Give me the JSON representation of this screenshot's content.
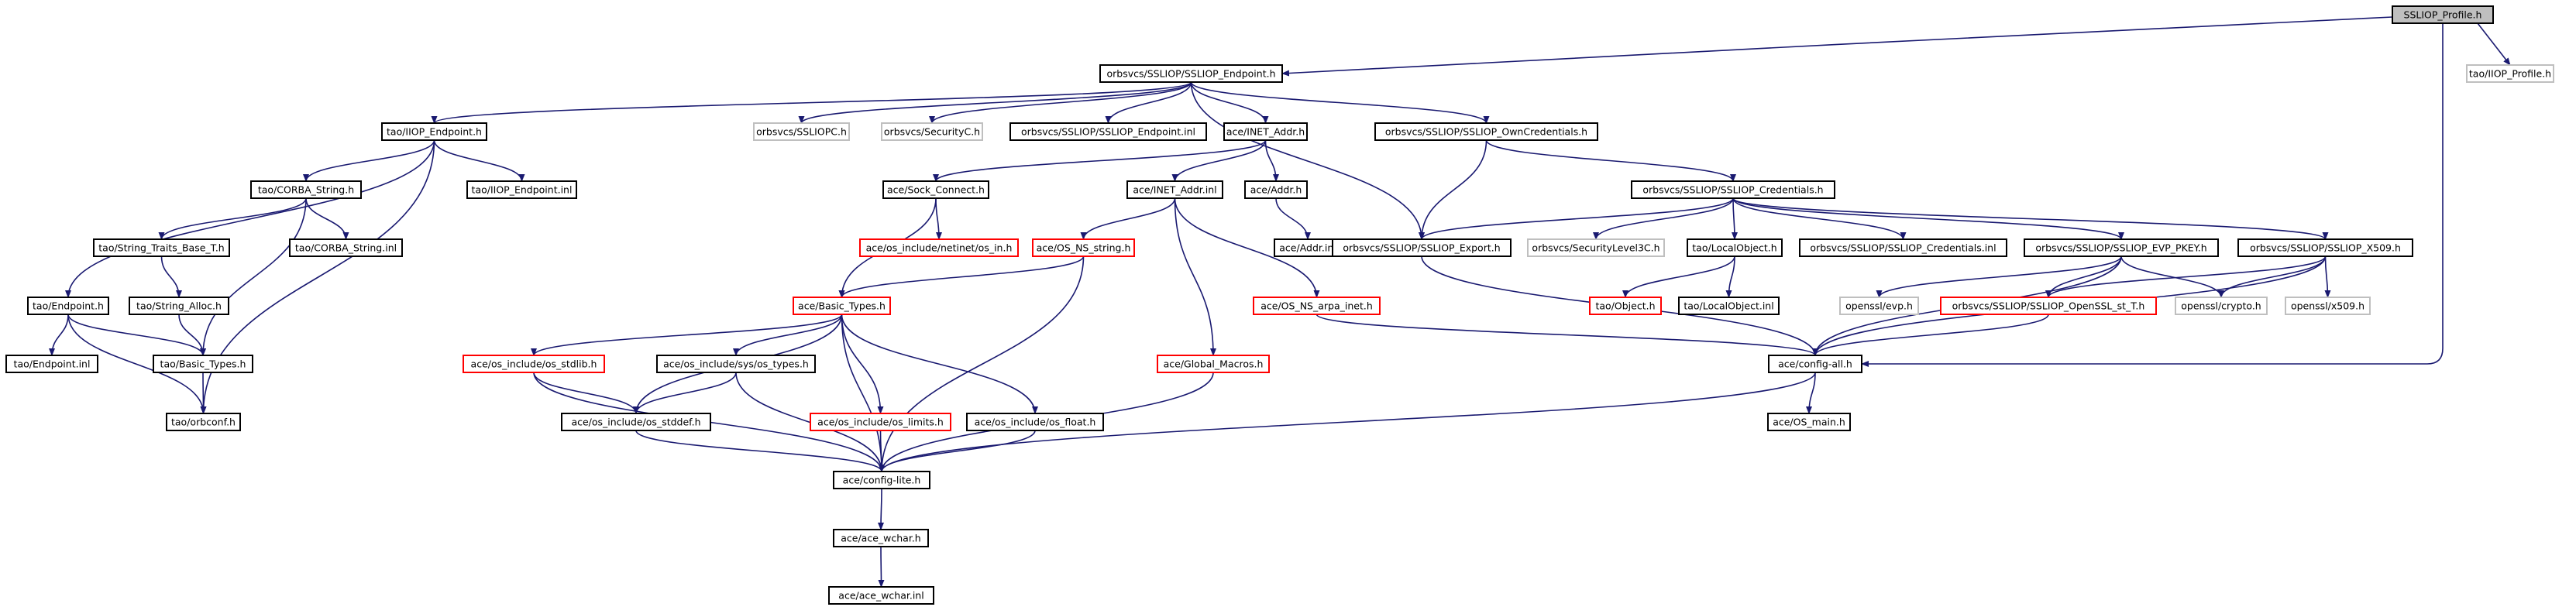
{
  "colors": {
    "edge": "#191970",
    "normal_border": "#000000",
    "missing_border": "#bfbfbf",
    "truncated_border": "#ff0000",
    "root_fill": "#bfbfbf",
    "text": "#000000"
  },
  "nodes": [
    {
      "id": "ssliop_profile_h",
      "label": "SSLIOP_Profile.h",
      "kind": "root"
    },
    {
      "id": "ssliop_endpoint_h",
      "label": "orbsvcs/SSLIOP/SSLIOP_Endpoint.h",
      "kind": "normal"
    },
    {
      "id": "tao_iiop_profile_h",
      "label": "tao/IIOP_Profile.h",
      "kind": "missing"
    },
    {
      "id": "tao_iiop_endpoint_h",
      "label": "tao/IIOP_Endpoint.h",
      "kind": "normal"
    },
    {
      "id": "orbsvcs_ssliopc_h",
      "label": "orbsvcs/SSLIOPC.h",
      "kind": "missing"
    },
    {
      "id": "orbsvcs_securityc_h",
      "label": "orbsvcs/SecurityC.h",
      "kind": "missing"
    },
    {
      "id": "ssliop_endpoint_inl",
      "label": "orbsvcs/SSLIOP/SSLIOP_Endpoint.inl",
      "kind": "normal"
    },
    {
      "id": "ace_inet_addr_h",
      "label": "ace/INET_Addr.h",
      "kind": "normal"
    },
    {
      "id": "ssliop_owncredentials_h",
      "label": "orbsvcs/SSLIOP/SSLIOP_OwnCredentials.h",
      "kind": "normal"
    },
    {
      "id": "tao_corba_string_h",
      "label": "tao/CORBA_String.h",
      "kind": "normal"
    },
    {
      "id": "tao_iiop_endpoint_inl",
      "label": "tao/IIOP_Endpoint.inl",
      "kind": "normal"
    },
    {
      "id": "ace_sock_connect_h",
      "label": "ace/Sock_Connect.h",
      "kind": "normal"
    },
    {
      "id": "ace_inet_addr_inl",
      "label": "ace/INET_Addr.inl",
      "kind": "normal"
    },
    {
      "id": "ace_addr_h",
      "label": "ace/Addr.h",
      "kind": "normal"
    },
    {
      "id": "ssliop_credentials_h",
      "label": "orbsvcs/SSLIOP/SSLIOP_Credentials.h",
      "kind": "normal"
    },
    {
      "id": "tao_string_traits_base_t_h",
      "label": "tao/String_Traits_Base_T.h",
      "kind": "normal"
    },
    {
      "id": "tao_corba_string_inl",
      "label": "tao/CORBA_String.inl",
      "kind": "normal"
    },
    {
      "id": "ace_os_include_netinet_os_in_h",
      "label": "ace/os_include/netinet/os_in.h",
      "kind": "truncated"
    },
    {
      "id": "ace_os_ns_string_h",
      "label": "ace/OS_NS_string.h",
      "kind": "truncated"
    },
    {
      "id": "ace_addr_inl",
      "label": "ace/Addr.inl",
      "kind": "normal"
    },
    {
      "id": "ssliop_export_h",
      "label": "orbsvcs/SSLIOP/SSLIOP_Export.h",
      "kind": "normal"
    },
    {
      "id": "orbsvcs_securitylevel3c_h",
      "label": "orbsvcs/SecurityLevel3C.h",
      "kind": "missing"
    },
    {
      "id": "tao_localobject_h",
      "label": "tao/LocalObject.h",
      "kind": "normal"
    },
    {
      "id": "ssliop_credentials_inl",
      "label": "orbsvcs/SSLIOP/SSLIOP_Credentials.inl",
      "kind": "normal"
    },
    {
      "id": "ssliop_evp_pkey_h",
      "label": "orbsvcs/SSLIOP/SSLIOP_EVP_PKEY.h",
      "kind": "normal"
    },
    {
      "id": "ssliop_x509_h",
      "label": "orbsvcs/SSLIOP/SSLIOP_X509.h",
      "kind": "normal"
    },
    {
      "id": "tao_endpoint_h",
      "label": "tao/Endpoint.h",
      "kind": "normal"
    },
    {
      "id": "tao_string_alloc_h",
      "label": "tao/String_Alloc.h",
      "kind": "normal"
    },
    {
      "id": "ace_basic_types_h",
      "label": "ace/Basic_Types.h",
      "kind": "truncated"
    },
    {
      "id": "ace_os_ns_arpa_inet_h",
      "label": "ace/OS_NS_arpa_inet.h",
      "kind": "truncated"
    },
    {
      "id": "tao_object_h",
      "label": "tao/Object.h",
      "kind": "truncated"
    },
    {
      "id": "tao_localobject_inl",
      "label": "tao/LocalObject.inl",
      "kind": "normal"
    },
    {
      "id": "openssl_evp_h",
      "label": "openssl/evp.h",
      "kind": "missing"
    },
    {
      "id": "ssliop_openssl_st_t_h",
      "label": "orbsvcs/SSLIOP/SSLIOP_OpenSSL_st_T.h",
      "kind": "truncated"
    },
    {
      "id": "openssl_crypto_h",
      "label": "openssl/crypto.h",
      "kind": "missing"
    },
    {
      "id": "openssl_x509_h",
      "label": "openssl/x509.h",
      "kind": "missing"
    },
    {
      "id": "tao_endpoint_inl",
      "label": "tao/Endpoint.inl",
      "kind": "normal"
    },
    {
      "id": "tao_basic_types_h",
      "label": "tao/Basic_Types.h",
      "kind": "normal"
    },
    {
      "id": "ace_os_include_os_stdlib_h",
      "label": "ace/os_include/os_stdlib.h",
      "kind": "truncated"
    },
    {
      "id": "ace_os_include_sys_os_types_h",
      "label": "ace/os_include/sys/os_types.h",
      "kind": "normal"
    },
    {
      "id": "ace_global_macros_h",
      "label": "ace/Global_Macros.h",
      "kind": "truncated"
    },
    {
      "id": "ace_config_all_h",
      "label": "ace/config-all.h",
      "kind": "normal"
    },
    {
      "id": "tao_orbconf_h",
      "label": "tao/orbconf.h",
      "kind": "normal"
    },
    {
      "id": "ace_os_include_os_stddef_h",
      "label": "ace/os_include/os_stddef.h",
      "kind": "normal"
    },
    {
      "id": "ace_os_include_os_limits_h",
      "label": "ace/os_include/os_limits.h",
      "kind": "truncated"
    },
    {
      "id": "ace_os_include_os_float_h",
      "label": "ace/os_include/os_float.h",
      "kind": "normal"
    },
    {
      "id": "ace_os_main_h",
      "label": "ace/OS_main.h",
      "kind": "normal"
    },
    {
      "id": "ace_config_lite_h",
      "label": "ace/config-lite.h",
      "kind": "normal"
    },
    {
      "id": "ace_ace_wchar_h",
      "label": "ace/ace_wchar.h",
      "kind": "normal"
    },
    {
      "id": "ace_ace_wchar_inl",
      "label": "ace/ace_wchar.inl",
      "kind": "normal"
    }
  ],
  "edges": [
    [
      "ssliop_profile_h",
      "ssliop_endpoint_h"
    ],
    [
      "ssliop_profile_h",
      "tao_iiop_profile_h"
    ],
    [
      "ssliop_profile_h",
      "ace_config_all_h"
    ],
    [
      "ssliop_endpoint_h",
      "tao_iiop_endpoint_h"
    ],
    [
      "ssliop_endpoint_h",
      "orbsvcs_ssliopc_h"
    ],
    [
      "ssliop_endpoint_h",
      "orbsvcs_securityc_h"
    ],
    [
      "ssliop_endpoint_h",
      "ssliop_endpoint_inl"
    ],
    [
      "ssliop_endpoint_h",
      "ace_inet_addr_h"
    ],
    [
      "ssliop_endpoint_h",
      "ssliop_owncredentials_h"
    ],
    [
      "ssliop_endpoint_h",
      "ssliop_export_h"
    ],
    [
      "tao_iiop_endpoint_h",
      "tao_corba_string_h"
    ],
    [
      "tao_iiop_endpoint_h",
      "tao_iiop_endpoint_inl"
    ],
    [
      "tao_iiop_endpoint_h",
      "tao_endpoint_h"
    ],
    [
      "tao_iiop_endpoint_h",
      "tao_orbconf_h"
    ],
    [
      "tao_corba_string_h",
      "tao_string_traits_base_t_h"
    ],
    [
      "tao_corba_string_h",
      "tao_corba_string_inl"
    ],
    [
      "tao_corba_string_h",
      "tao_basic_types_h"
    ],
    [
      "tao_string_traits_base_t_h",
      "tao_string_alloc_h"
    ],
    [
      "tao_string_alloc_h",
      "tao_basic_types_h"
    ],
    [
      "tao_endpoint_h",
      "tao_endpoint_inl"
    ],
    [
      "tao_endpoint_h",
      "tao_basic_types_h"
    ],
    [
      "tao_endpoint_h",
      "tao_orbconf_h"
    ],
    [
      "tao_basic_types_h",
      "tao_orbconf_h"
    ],
    [
      "ace_inet_addr_h",
      "ace_sock_connect_h"
    ],
    [
      "ace_inet_addr_h",
      "ace_inet_addr_inl"
    ],
    [
      "ace_inet_addr_h",
      "ace_addr_h"
    ],
    [
      "ace_addr_h",
      "ace_addr_inl"
    ],
    [
      "ace_sock_connect_h",
      "ace_os_include_netinet_os_in_h"
    ],
    [
      "ace_sock_connect_h",
      "ace_basic_types_h"
    ],
    [
      "ace_inet_addr_inl",
      "ace_os_ns_string_h"
    ],
    [
      "ace_inet_addr_inl",
      "ace_os_ns_arpa_inet_h"
    ],
    [
      "ace_inet_addr_inl",
      "ace_global_macros_h"
    ],
    [
      "ace_os_ns_string_h",
      "ace_basic_types_h"
    ],
    [
      "ace_os_ns_string_h",
      "ace_config_lite_h"
    ],
    [
      "ace_basic_types_h",
      "ace_os_include_os_stdlib_h"
    ],
    [
      "ace_basic_types_h",
      "ace_os_include_sys_os_types_h"
    ],
    [
      "ace_basic_types_h",
      "ace_os_include_os_stddef_h"
    ],
    [
      "ace_basic_types_h",
      "ace_os_include_os_limits_h"
    ],
    [
      "ace_basic_types_h",
      "ace_os_include_os_float_h"
    ],
    [
      "ace_basic_types_h",
      "ace_config_lite_h"
    ],
    [
      "ace_os_include_os_stdlib_h",
      "ace_os_include_os_stddef_h"
    ],
    [
      "ace_os_include_os_stdlib_h",
      "ace_config_lite_h"
    ],
    [
      "ace_os_include_sys_os_types_h",
      "ace_os_include_os_stddef_h"
    ],
    [
      "ace_os_include_sys_os_types_h",
      "ace_config_lite_h"
    ],
    [
      "ace_os_include_os_stddef_h",
      "ace_config_lite_h"
    ],
    [
      "ace_os_include_os_limits_h",
      "ace_config_lite_h"
    ],
    [
      "ace_os_include_os_float_h",
      "ace_config_lite_h"
    ],
    [
      "ace_global_macros_h",
      "ace_config_lite_h"
    ],
    [
      "ace_os_ns_arpa_inet_h",
      "ace_config_all_h"
    ],
    [
      "ssliop_owncredentials_h",
      "ssliop_credentials_h"
    ],
    [
      "ssliop_owncredentials_h",
      "ssliop_export_h"
    ],
    [
      "ssliop_credentials_h",
      "ssliop_export_h"
    ],
    [
      "ssliop_credentials_h",
      "orbsvcs_securitylevel3c_h"
    ],
    [
      "ssliop_credentials_h",
      "tao_localobject_h"
    ],
    [
      "ssliop_credentials_h",
      "ssliop_credentials_inl"
    ],
    [
      "ssliop_credentials_h",
      "ssliop_evp_pkey_h"
    ],
    [
      "ssliop_credentials_h",
      "ssliop_x509_h"
    ],
    [
      "tao_localobject_h",
      "tao_object_h"
    ],
    [
      "tao_localobject_h",
      "tao_localobject_inl"
    ],
    [
      "ssliop_evp_pkey_h",
      "openssl_evp_h"
    ],
    [
      "ssliop_evp_pkey_h",
      "ssliop_openssl_st_t_h"
    ],
    [
      "ssliop_evp_pkey_h",
      "openssl_crypto_h"
    ],
    [
      "ssliop_evp_pkey_h",
      "ace_config_all_h"
    ],
    [
      "ssliop_x509_h",
      "ssliop_openssl_st_t_h"
    ],
    [
      "ssliop_x509_h",
      "openssl_crypto_h"
    ],
    [
      "ssliop_x509_h",
      "openssl_x509_h"
    ],
    [
      "ssliop_x509_h",
      "ace_config_all_h"
    ],
    [
      "ssliop_openssl_st_t_h",
      "ace_config_all_h"
    ],
    [
      "ssliop_export_h",
      "ace_config_all_h"
    ],
    [
      "ace_config_all_h",
      "ace_os_main_h"
    ],
    [
      "ace_config_all_h",
      "ace_config_lite_h"
    ],
    [
      "ace_config_lite_h",
      "ace_ace_wchar_h"
    ],
    [
      "ace_ace_wchar_h",
      "ace_ace_wchar_inl"
    ]
  ]
}
